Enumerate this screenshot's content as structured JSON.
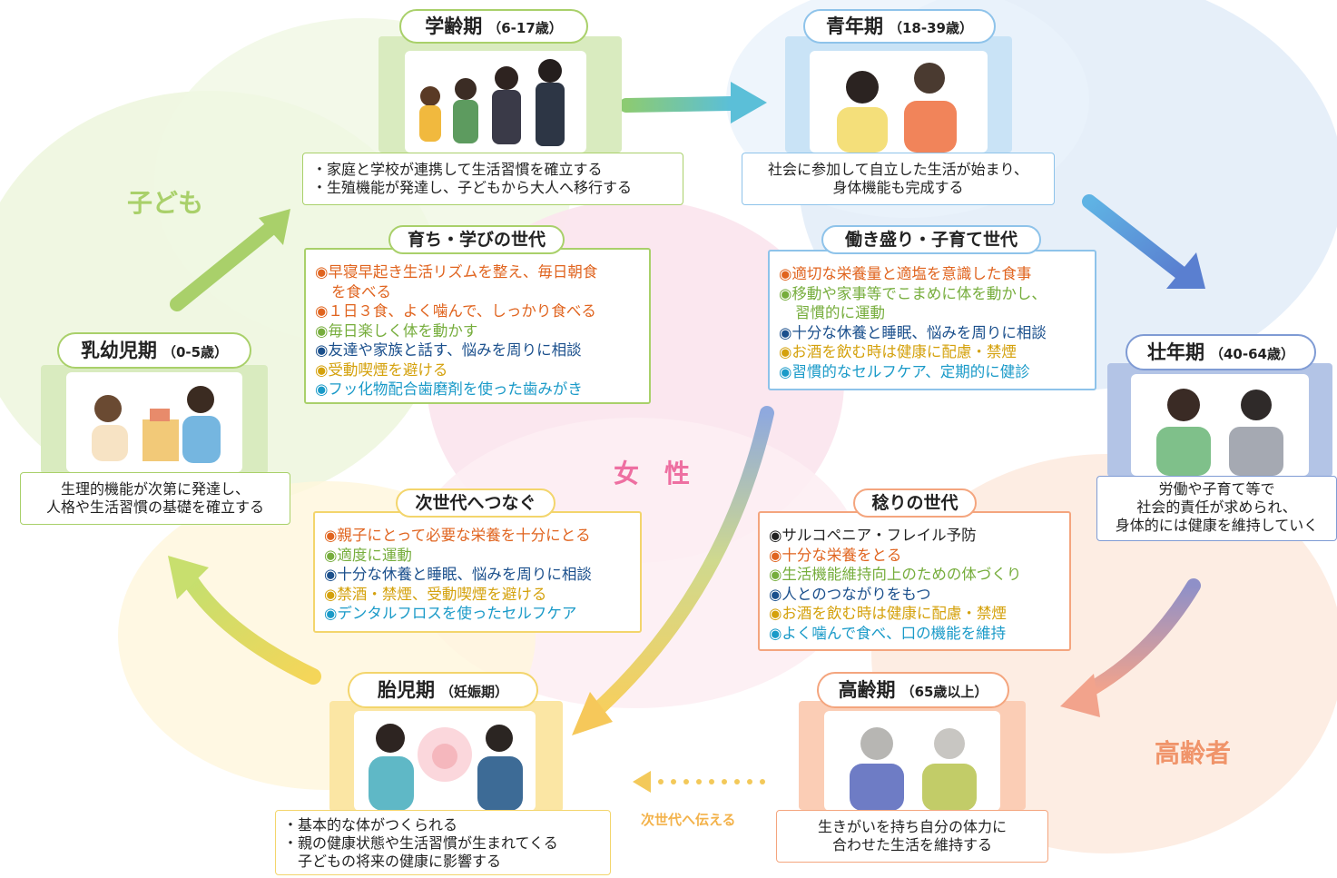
{
  "stages": {
    "school": {
      "title": "学齢期",
      "sub": "（6-17歳）",
      "desc": [
        "・家庭と学校が連携して生活習慣を確立する",
        "・生殖機能が発達し、子どもから大人へ移行する"
      ]
    },
    "youth": {
      "title": "青年期",
      "sub": "（18-39歳）",
      "desc": [
        "社会に参加して自立した生活が始まり、",
        "身体機能も完成する"
      ]
    },
    "prime": {
      "title": "壮年期",
      "sub": "（40-64歳）",
      "desc": [
        "労働や子育て等で",
        "社会的責任が求められ、",
        "身体的には健康を維持していく"
      ]
    },
    "elderly": {
      "title": "高齢期",
      "sub": "（65歳以上）",
      "desc": [
        "生きがいを持ち自分の体力に",
        "合わせた生活を維持する"
      ]
    },
    "fetal": {
      "title": "胎児期",
      "sub": "（妊娠期）",
      "desc": [
        "・基本的な体がつくられる",
        "・親の健康状態や生活習慣が生まれてくる",
        "　子どもの将来の健康に影響する"
      ]
    },
    "infant": {
      "title": "乳幼児期",
      "sub": "（0-5歳）",
      "desc": [
        "生理的機能が次第に発達し、",
        "人格や生活習慣の基礎を確立する"
      ]
    }
  },
  "generations": {
    "grow": {
      "title": "育ち・学びの世代",
      "items": [
        {
          "color": "#e0641f",
          "text": "◉早寝早起き生活リズムを整え、毎日朝食"
        },
        {
          "color": "#e0641f",
          "text": "を食べる",
          "indent": true
        },
        {
          "color": "#e0641f",
          "text": "◉１日３食、よく噛んで、しっかり食べる"
        },
        {
          "color": "#76ad3c",
          "text": "◉毎日楽しく体を動かす"
        },
        {
          "color": "#1a4f8c",
          "text": "◉友達や家族と話す、悩みを周りに相談"
        },
        {
          "color": "#d4a10c",
          "text": "◉受動喫煙を避ける"
        },
        {
          "color": "#1a9ac8",
          "text": "◉フッ化物配合歯磨剤を使った歯みがき"
        }
      ]
    },
    "work": {
      "title": "働き盛り・子育て世代",
      "items": [
        {
          "color": "#e0641f",
          "text": "◉適切な栄養量と適塩を意識した食事"
        },
        {
          "color": "#76ad3c",
          "text": "◉移動や家事等でこまめに体を動かし、"
        },
        {
          "color": "#76ad3c",
          "text": "習慣的に運動",
          "indent": true
        },
        {
          "color": "#1a4f8c",
          "text": "◉十分な休養と睡眠、悩みを周りに相談"
        },
        {
          "color": "#d4a10c",
          "text": "◉お酒を飲む時は健康に配慮・禁煙"
        },
        {
          "color": "#1a9ac8",
          "text": "◉習慣的なセルフケア、定期的に健診"
        }
      ]
    },
    "next": {
      "title": "次世代へつなぐ",
      "items": [
        {
          "color": "#e0641f",
          "text": "◉親子にとって必要な栄養を十分にとる"
        },
        {
          "color": "#76ad3c",
          "text": "◉適度に運動"
        },
        {
          "color": "#1a4f8c",
          "text": "◉十分な休養と睡眠、悩みを周りに相談"
        },
        {
          "color": "#d4a10c",
          "text": "◉禁酒・禁煙、受動喫煙を避ける"
        },
        {
          "color": "#1a9ac8",
          "text": "◉デンタルフロスを使ったセルフケア"
        }
      ]
    },
    "calm": {
      "title": "稔りの世代",
      "items": [
        {
          "color": "#222222",
          "text": "◉サルコペニア・フレイル予防"
        },
        {
          "color": "#e0641f",
          "text": "◉十分な栄養をとる"
        },
        {
          "color": "#76ad3c",
          "text": "◉生活機能維持向上のための体づくり"
        },
        {
          "color": "#1a4f8c",
          "text": "◉人とのつながりをもつ"
        },
        {
          "color": "#d4a10c",
          "text": "◉お酒を飲む時は健康に配慮・禁煙"
        },
        {
          "color": "#1a9ac8",
          "text": "◉よく噛んで食べ、口の機能を維持"
        }
      ]
    }
  },
  "labels": {
    "child": "子ども",
    "female": "女　性",
    "senior": "高齢者",
    "pass_on": "次世代へ伝える"
  },
  "colors": {
    "green": "#a9d06a",
    "blue": "#8ec3ea",
    "navy": "#7f9bd4",
    "orange": "#f4a57e",
    "yellow": "#f3d56c",
    "pink": "#f4a3bf"
  }
}
